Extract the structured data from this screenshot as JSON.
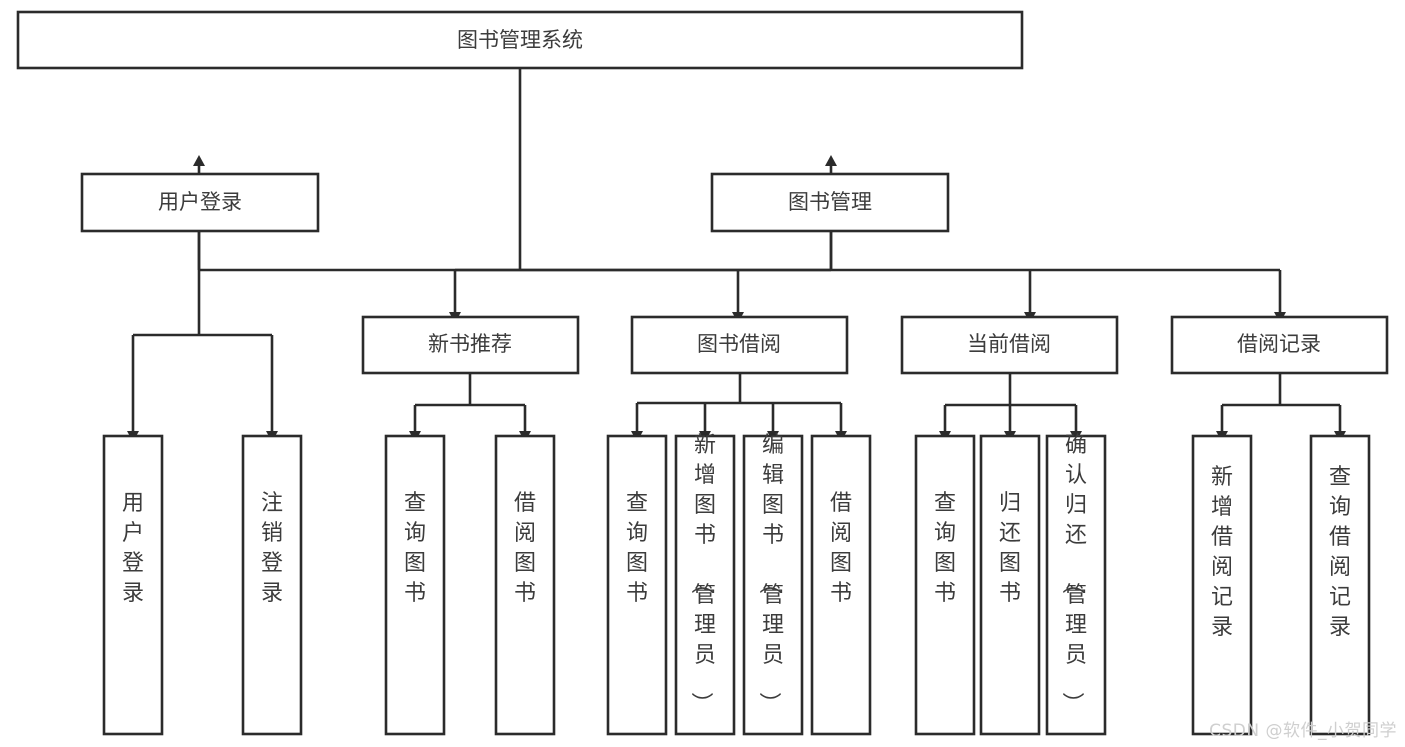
{
  "diagram": {
    "type": "tree-hierarchy",
    "title": "图书管理系统",
    "watermark": "CSDN @软件_小贺同学",
    "colors": {
      "background": "#ffffff",
      "stroke": "#2b2b2b",
      "text": "#3c3c3c",
      "watermark": "#cfcfcf"
    },
    "root": {
      "label": "图书管理系统"
    },
    "level2": [
      {
        "label": "用户登录"
      },
      {
        "label": "图书管理"
      }
    ],
    "level3": [
      {
        "label": "新书推荐"
      },
      {
        "label": "图书借阅"
      },
      {
        "label": "当前借阅"
      },
      {
        "label": "借阅记录"
      }
    ],
    "leaves": {
      "user_login": [
        {
          "label": "用户登录"
        },
        {
          "label": "注销登录"
        }
      ],
      "new_book_recommend": [
        {
          "label": "查询图书"
        },
        {
          "label": "借阅图书"
        }
      ],
      "book_borrow": [
        {
          "label": "查询图书"
        },
        {
          "label": "新增图书（管理员）"
        },
        {
          "label": "编辑图书（管理员）"
        },
        {
          "label": "借阅图书"
        }
      ],
      "current_borrow": [
        {
          "label": "查询图书"
        },
        {
          "label": "归还图书"
        },
        {
          "label": "确认归还（管理员）"
        }
      ],
      "borrow_record": [
        {
          "label": "新增借阅记录"
        },
        {
          "label": "查询借阅记录"
        }
      ]
    }
  }
}
